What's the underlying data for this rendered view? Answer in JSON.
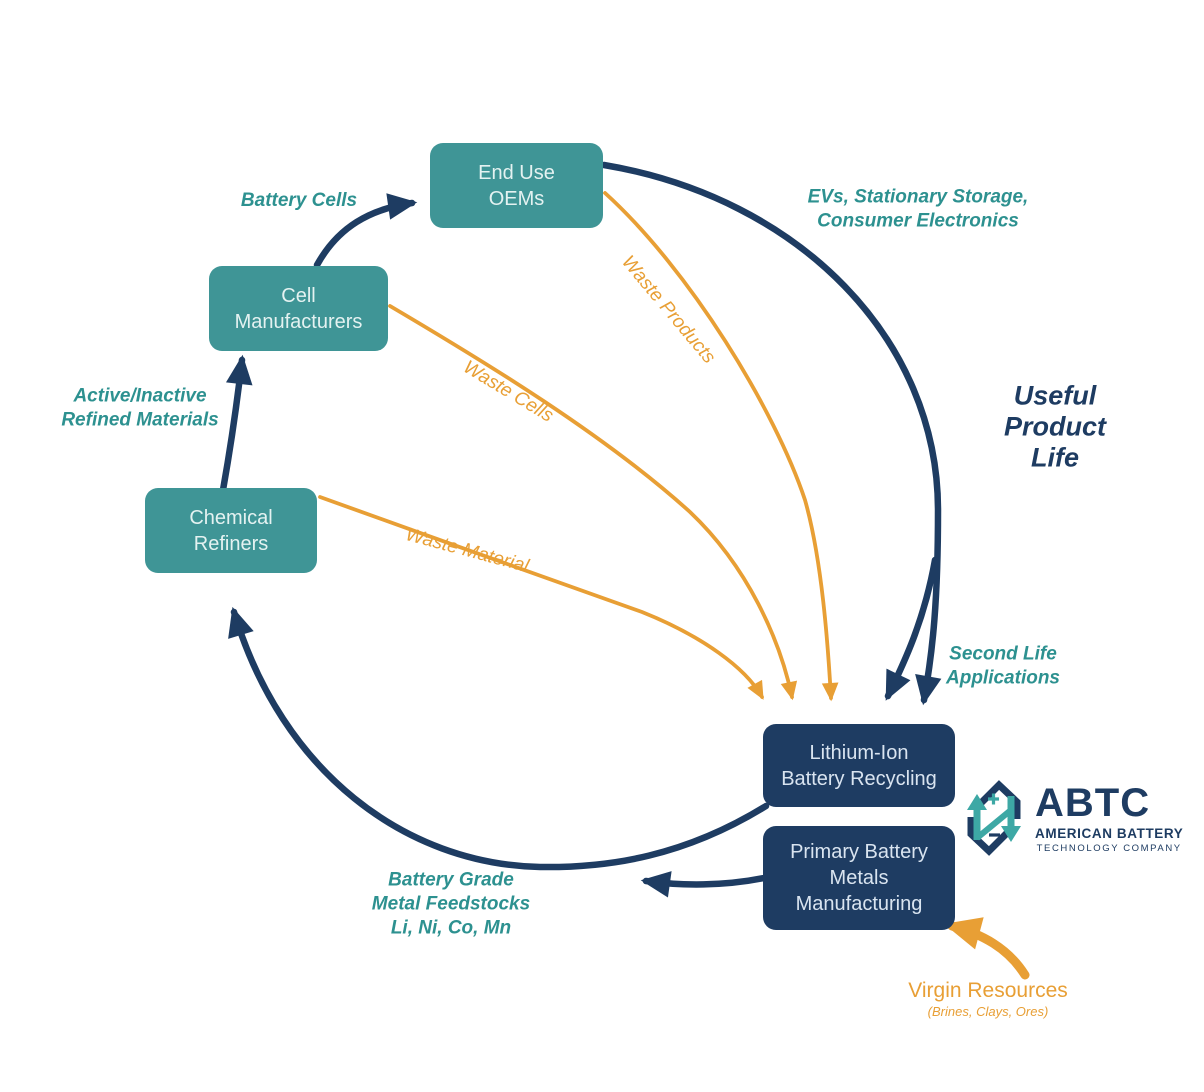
{
  "nodes": {
    "end_use_oems": "End Use\nOEMs",
    "cell_manufacturers": "Cell\nManufacturers",
    "chemical_refiners": "Chemical\nRefiners",
    "li_recycling": "Lithium-Ion\nBattery Recycling",
    "primary_metals": "Primary Battery\nMetals\nManufacturing"
  },
  "labels": {
    "battery_cells": "Battery Cells",
    "active_inactive": "Active/Inactive\nRefined Materials",
    "evs": "EVs, Stationary Storage,\nConsumer Electronics",
    "useful_product_life": "Useful\nProduct Life",
    "second_life": "Second Life\nApplications",
    "battery_grade": "Battery Grade\nMetal Feedstocks\nLi, Ni, Co, Mn",
    "waste_products": "Waste Products",
    "waste_cells": "Waste Cells",
    "waste_material": "Waste Material",
    "virgin_resources": "Virgin Resources",
    "virgin_resources_sub": "(Brines, Clays, Ores)"
  },
  "logo": {
    "abbr": "ABTC",
    "line1": "AMERICAN BATTERY",
    "line2": "TECHNOLOGY COMPANY",
    "icon": "battery-recycle-icon"
  },
  "colors": {
    "teal_box": "#3F9596",
    "teal_text": "#2D9190",
    "navy": "#1E3C62",
    "orange": "#E89F35",
    "logo_teal": "#3DA8A5",
    "background": "#FFFFFF"
  }
}
